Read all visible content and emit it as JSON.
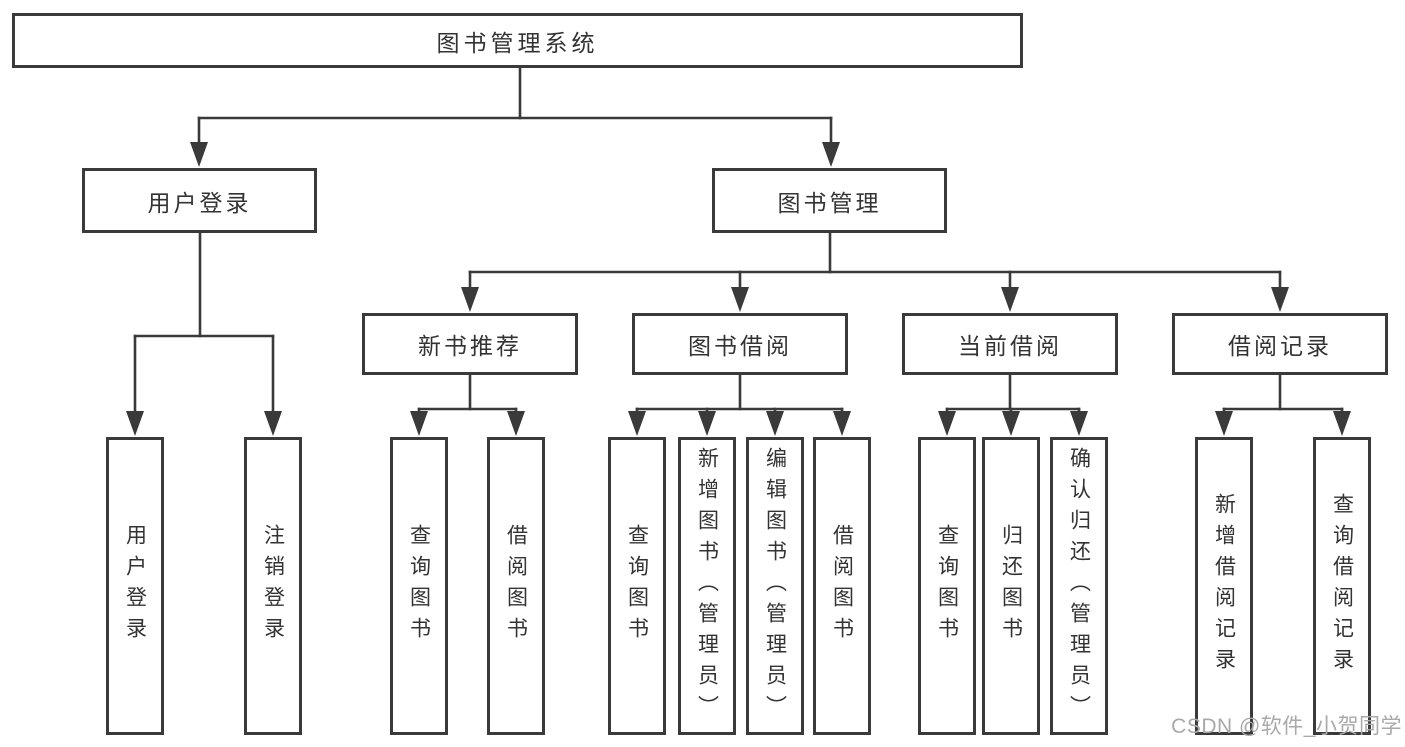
{
  "tree": {
    "root": {
      "label": "图书管理系统",
      "children": [
        {
          "label": "用户登录",
          "children": [
            {
              "label": "用户登录"
            },
            {
              "label": "注销登录"
            }
          ]
        },
        {
          "label": "图书管理",
          "children": [
            {
              "label": "新书推荐",
              "children": [
                {
                  "label": "查询图书"
                },
                {
                  "label": "借阅图书"
                }
              ]
            },
            {
              "label": "图书借阅",
              "children": [
                {
                  "label": "查询图书"
                },
                {
                  "label": "新增图书（管理员）"
                },
                {
                  "label": "编辑图书（管理员）"
                },
                {
                  "label": "借阅图书"
                }
              ]
            },
            {
              "label": "当前借阅",
              "children": [
                {
                  "label": "查询图书"
                },
                {
                  "label": "归还图书"
                },
                {
                  "label": "确认归还（管理员）"
                }
              ]
            },
            {
              "label": "借阅记录",
              "children": [
                {
                  "label": "新增借阅记录"
                },
                {
                  "label": "查询借阅记录"
                }
              ]
            }
          ]
        }
      ]
    }
  },
  "watermark": {
    "text": "CSDN @软件_小贺同学"
  },
  "colors": {
    "line": "#3a3a3a",
    "text": "#333333",
    "background": "#ffffff",
    "watermark": "#a9a9a9"
  }
}
